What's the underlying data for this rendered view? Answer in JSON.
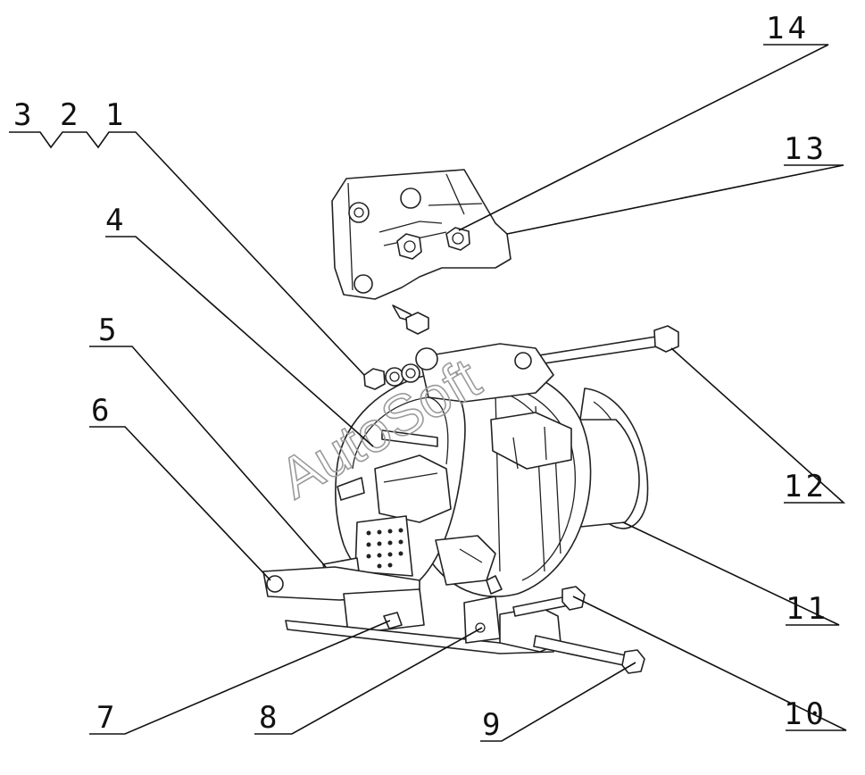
{
  "labels": {
    "l1": "1",
    "l2": "2",
    "l3": "3",
    "l4": "4",
    "l5": "5",
    "l6": "6",
    "l7": "7",
    "l8": "8",
    "l9": "9",
    "l10": "10",
    "l11": "11",
    "l12": "12",
    "l13": "13",
    "l14": "14"
  },
  "watermark": "AutoSoft",
  "colors": {
    "line": "#111111",
    "watermark": "#9a9a9a",
    "background": "#ffffff"
  }
}
